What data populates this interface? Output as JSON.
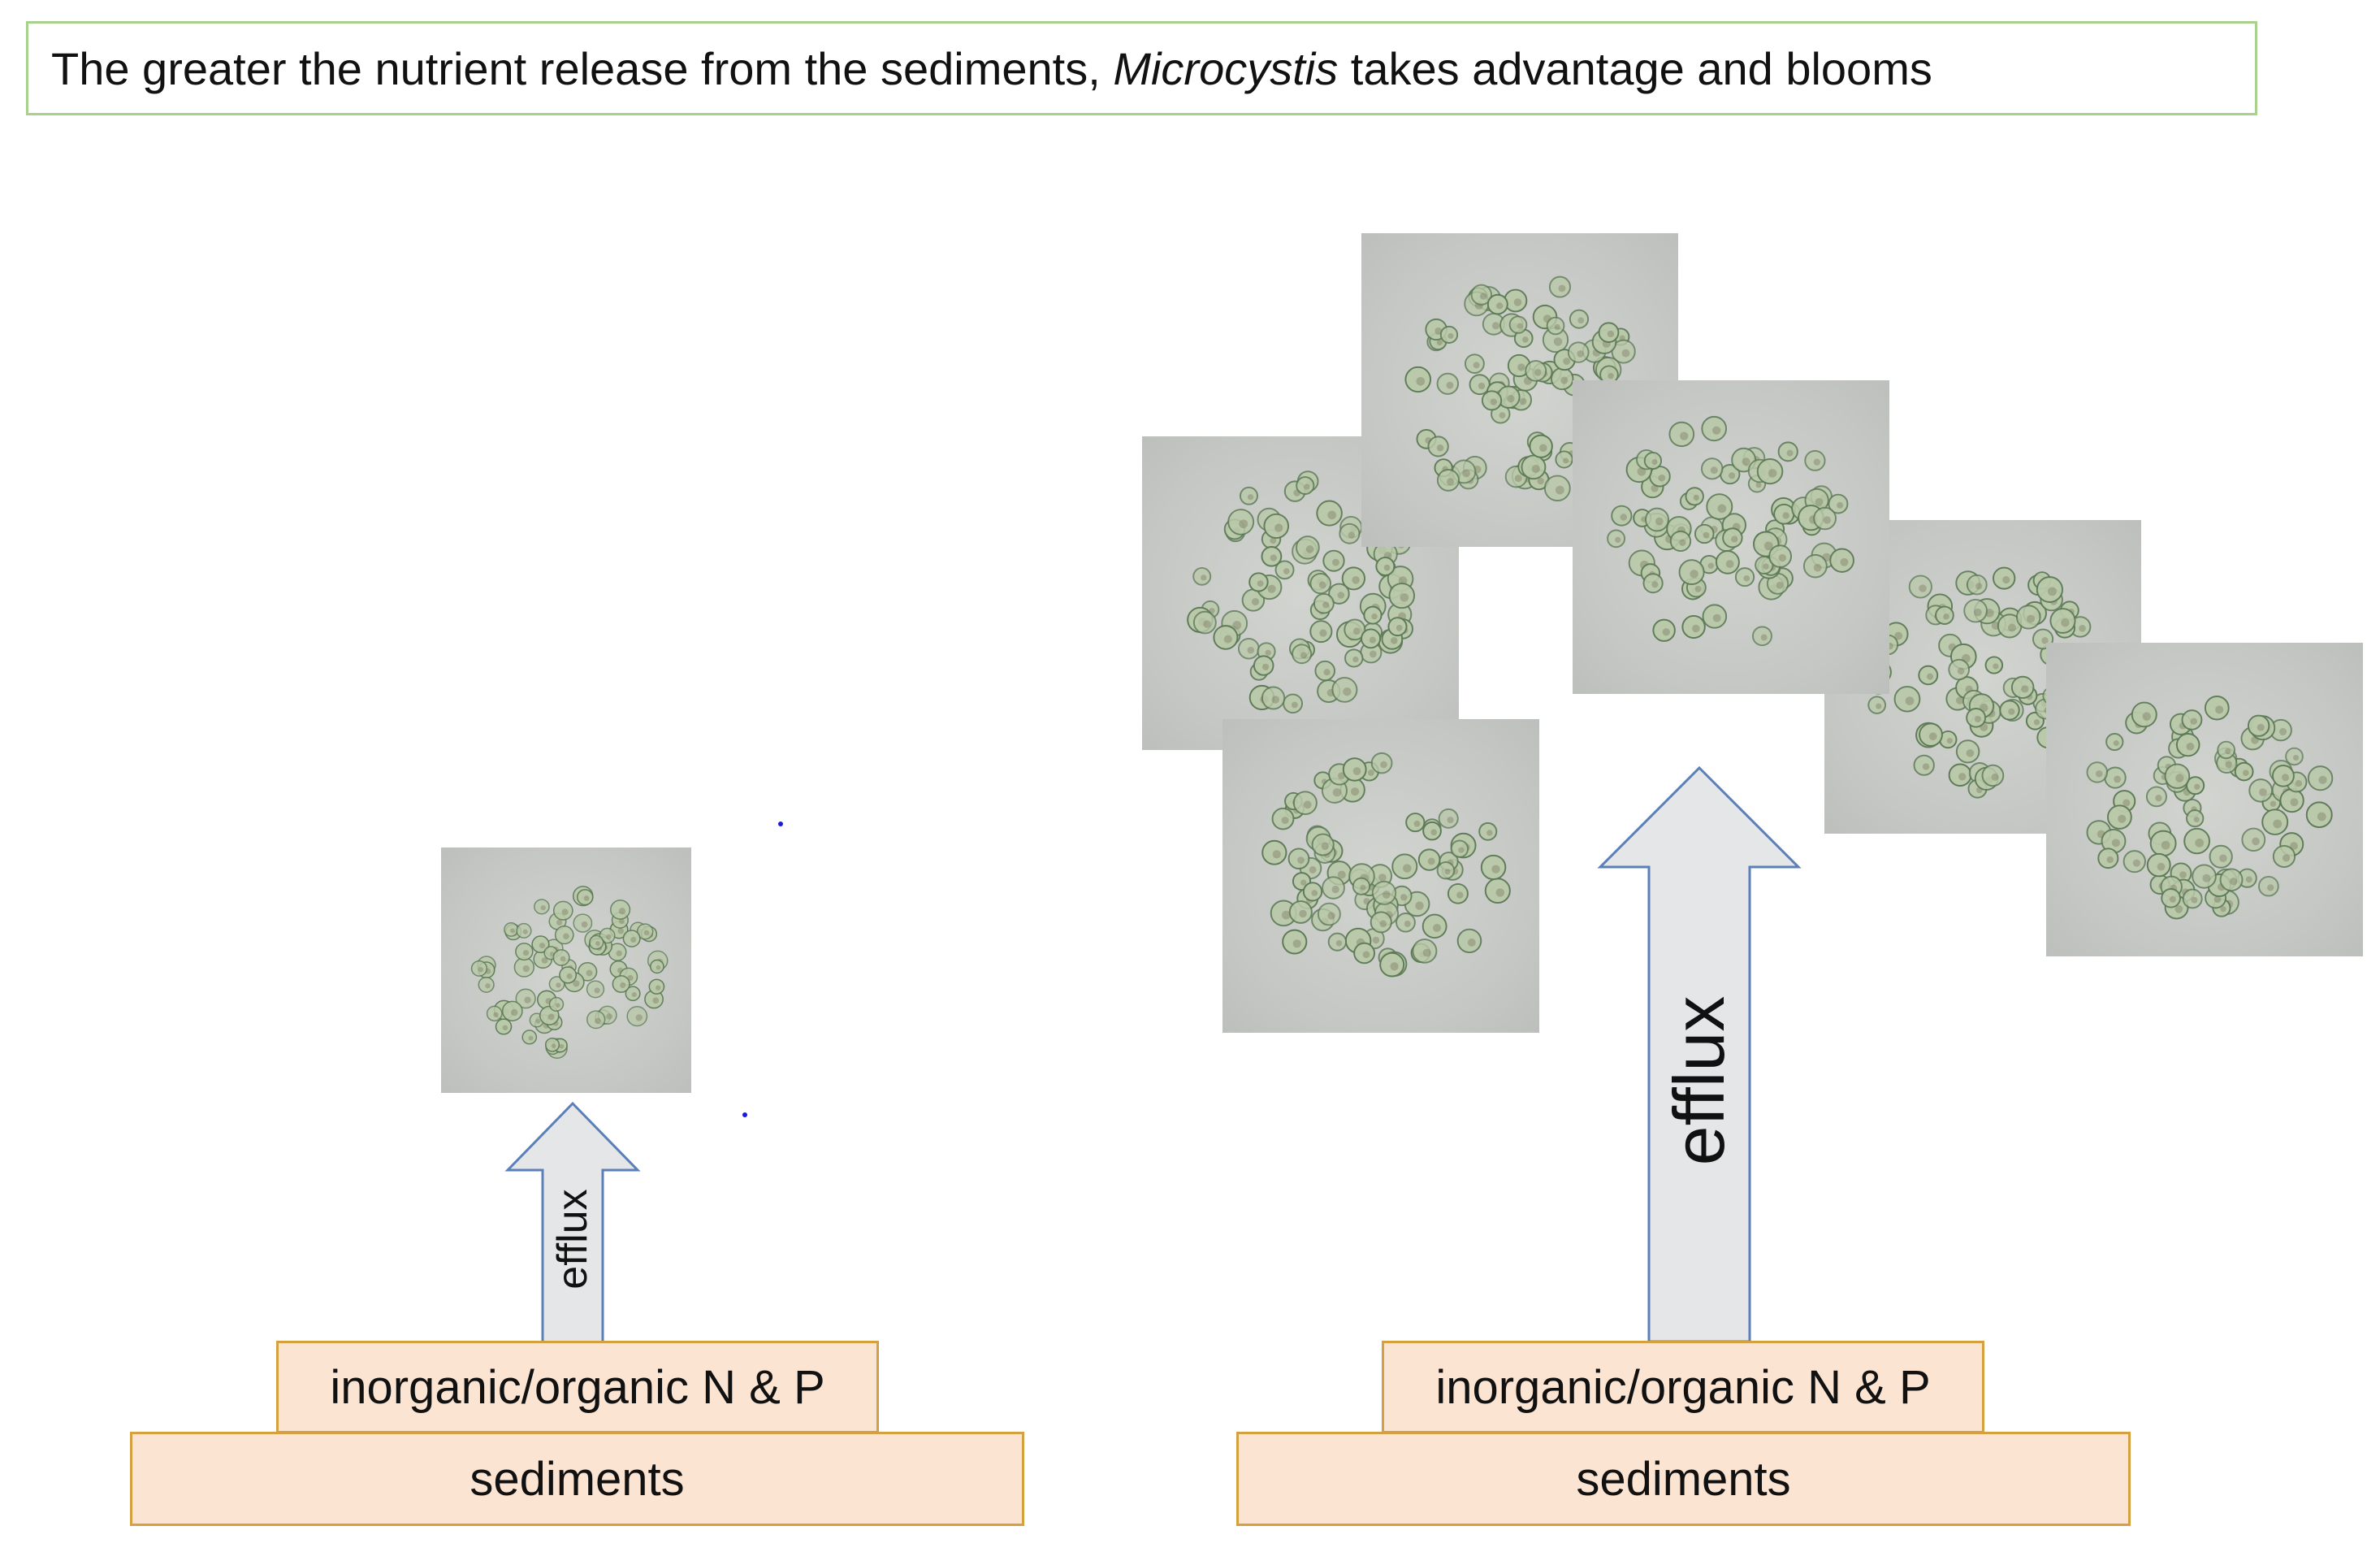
{
  "title": {
    "prefix": "The greater the nutrient release from the sediments, ",
    "italic": "Microcystis",
    "suffix": " takes advantage and blooms"
  },
  "left_panel": {
    "nutrient_label": "inorganic/organic N & P",
    "sediment_label": "sediments",
    "arrow_label": "efflux"
  },
  "right_panel": {
    "nutrient_label": "inorganic/organic N & P",
    "sediment_label": "sediments",
    "arrow_label": "efflux"
  },
  "colors": {
    "title_border": "#a9d18e",
    "layer_fill": "#fce4d2",
    "layer_border": "#d4a040",
    "arrow_fill": "#e4e6e7",
    "arrow_stroke": "#5b7fb8",
    "cell_fill": "#b9c9a9",
    "cell_stroke": "#5d7a57"
  }
}
